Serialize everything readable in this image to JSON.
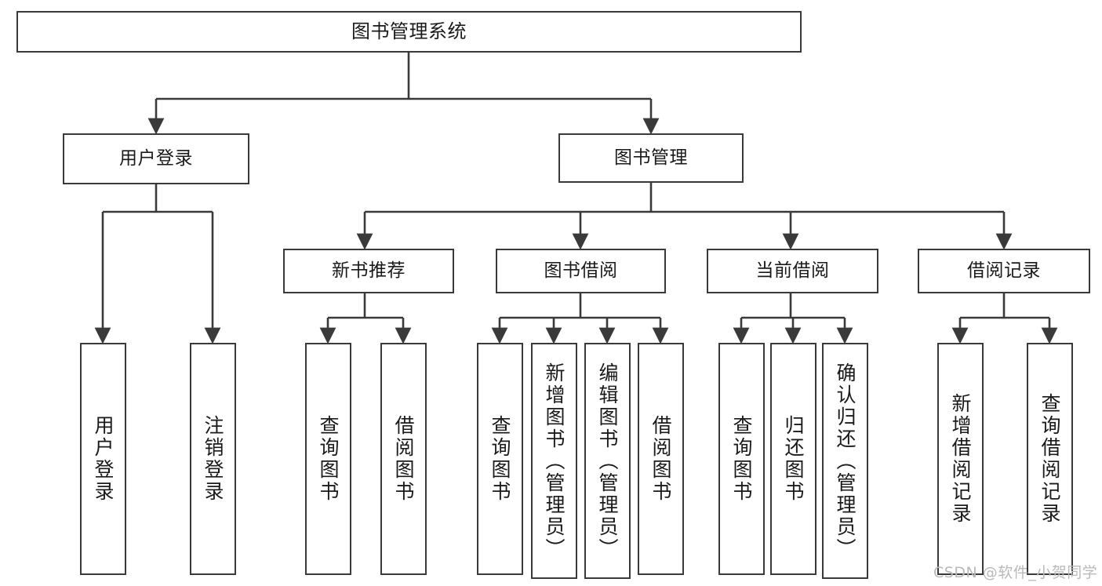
{
  "diagram": {
    "title": "图书管理系统",
    "type": "tree-hierarchy-chart",
    "watermark": "CSDN @软件_小贺同学",
    "colors": {
      "stroke": "#3a3a3a",
      "fill": "#ffffff",
      "text": "#1a1a1a",
      "watermark": "#b9b9b9"
    },
    "nodes": {
      "root": {
        "label": "图书管理系统"
      },
      "level2": [
        {
          "id": "user-login",
          "label": "用户登录"
        },
        {
          "id": "book-manage",
          "label": "图书管理"
        }
      ],
      "level3": [
        {
          "id": "new-book-recommend",
          "label": "新书推荐"
        },
        {
          "id": "book-borrow",
          "label": "图书借阅"
        },
        {
          "id": "current-borrow",
          "label": "当前借阅"
        },
        {
          "id": "borrow-record",
          "label": "借阅记录"
        }
      ],
      "leaves": {
        "user_login": [
          {
            "id": "leaf-user-login",
            "label": "用户登录"
          },
          {
            "id": "leaf-logout-login",
            "label": "注销登录"
          }
        ],
        "new_book_recommend": [
          {
            "id": "leaf-query-book-1",
            "label": "查询图书"
          },
          {
            "id": "leaf-borrow-book-1",
            "label": "借阅图书"
          }
        ],
        "book_borrow": [
          {
            "id": "leaf-query-book-2",
            "label": "查询图书"
          },
          {
            "id": "leaf-add-book",
            "label": "新增图书（管理员）"
          },
          {
            "id": "leaf-edit-book",
            "label": "编辑图书（管理员）"
          },
          {
            "id": "leaf-borrow-book-2",
            "label": "借阅图书"
          }
        ],
        "current_borrow": [
          {
            "id": "leaf-query-book-3",
            "label": "查询图书"
          },
          {
            "id": "leaf-return-book",
            "label": "归还图书"
          },
          {
            "id": "leaf-confirm-return",
            "label": "确认归还（管理员）"
          }
        ],
        "borrow_record": [
          {
            "id": "leaf-add-record",
            "label": "新增借阅记录"
          },
          {
            "id": "leaf-query-record",
            "label": "查询借阅记录"
          }
        ]
      }
    }
  }
}
